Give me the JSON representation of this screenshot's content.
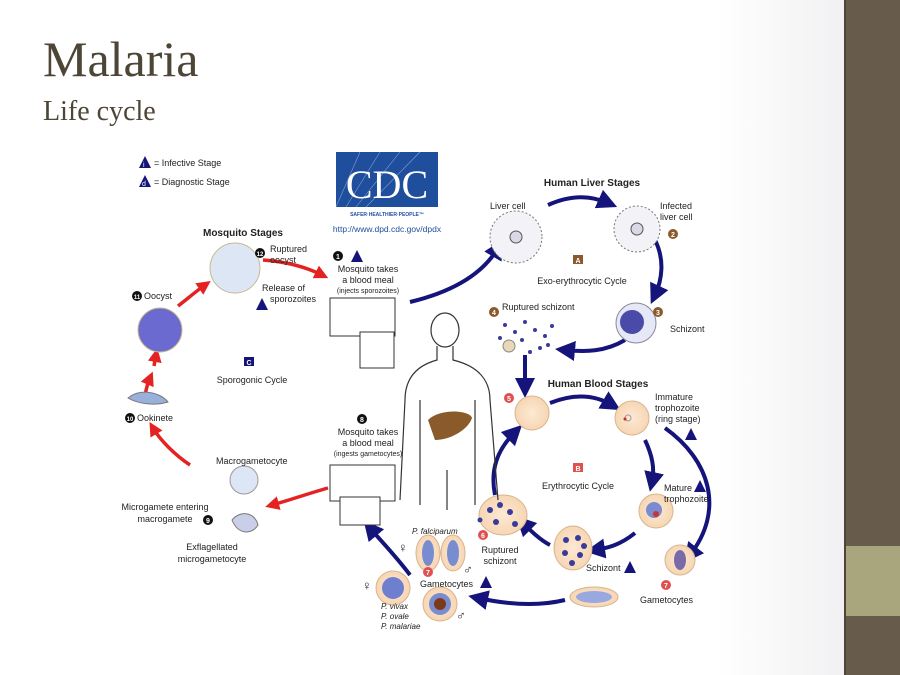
{
  "slide": {
    "title": "Malaria",
    "subtitle": "Life cycle"
  },
  "colors": {
    "sidebar": "#675c4c",
    "sidebar_accent": "#a9a57c",
    "arrow_blue": "#14147a",
    "arrow_red": "#e52222",
    "title": "#4d4536",
    "cdc_blue": "#1f4e9c"
  },
  "legend": {
    "infective": "= Infective Stage",
    "diagnostic": "= Diagnostic Stage",
    "infective_glyph": "i",
    "diagnostic_glyph": "d"
  },
  "cdc": {
    "logo": "CDC",
    "tagline": "SAFER·HEALTHIER·PEOPLE™",
    "url": "http://www.dpd.cdc.gov/dpdx"
  },
  "liver": {
    "heading": "Human Liver Stages",
    "liver_cell": "Liver cell",
    "infected_1": "Infected",
    "infected_2": "liver cell",
    "cycle_letter": "A",
    "cycle": "Exo-erythrocytic Cycle",
    "schizont": "Schizont",
    "ruptured_schizont": "Ruptured schizont"
  },
  "mosquito": {
    "heading": "Mosquito Stages",
    "ruptured_1": "Ruptured",
    "ruptured_2": "oocyst",
    "release_1": "Release of",
    "release_2": "sporozoites",
    "oocyst": "Oocyst",
    "cycle_letter": "C",
    "cycle": "Sporogonic Cycle",
    "ookinete": "Ookinete",
    "macrogametocyte": "Macrogametocyte",
    "micro_1": "Microgamete entering",
    "micro_2": "macrogamete",
    "exfl_1": "Exflagellated",
    "exfl_2": "microgametocyte",
    "meal1_1": "Mosquito takes",
    "meal1_2": "a blood meal",
    "meal1_3": "(injects sporozoites)",
    "meal2_1": "Mosquito takes",
    "meal2_2": "a blood meal",
    "meal2_3": "(ingests gametocytes)"
  },
  "blood": {
    "heading": "Human Blood Stages",
    "immature_1": "Immature",
    "immature_2": "trophozoite",
    "immature_3": "(ring stage)",
    "cycle_letter": "B",
    "cycle": "Erythrocytic Cycle",
    "mature_1": "Mature",
    "mature_2": "trophozoite",
    "schizont": "Schizont",
    "ruptured_1": "Ruptured",
    "ruptured_2": "schizont",
    "gametocytes": "Gametocytes",
    "gametocytes_left": "Gametocytes",
    "p_falciparum": "P. falciparum",
    "p_vivax": "P. vivax",
    "p_ovale": "P. ovale",
    "p_malariae": "P. malariae",
    "female": "♀",
    "male": "♂"
  },
  "steps": [
    "1",
    "2",
    "3",
    "4",
    "5",
    "6",
    "7",
    "7",
    "8",
    "9",
    "10",
    "11",
    "12"
  ]
}
